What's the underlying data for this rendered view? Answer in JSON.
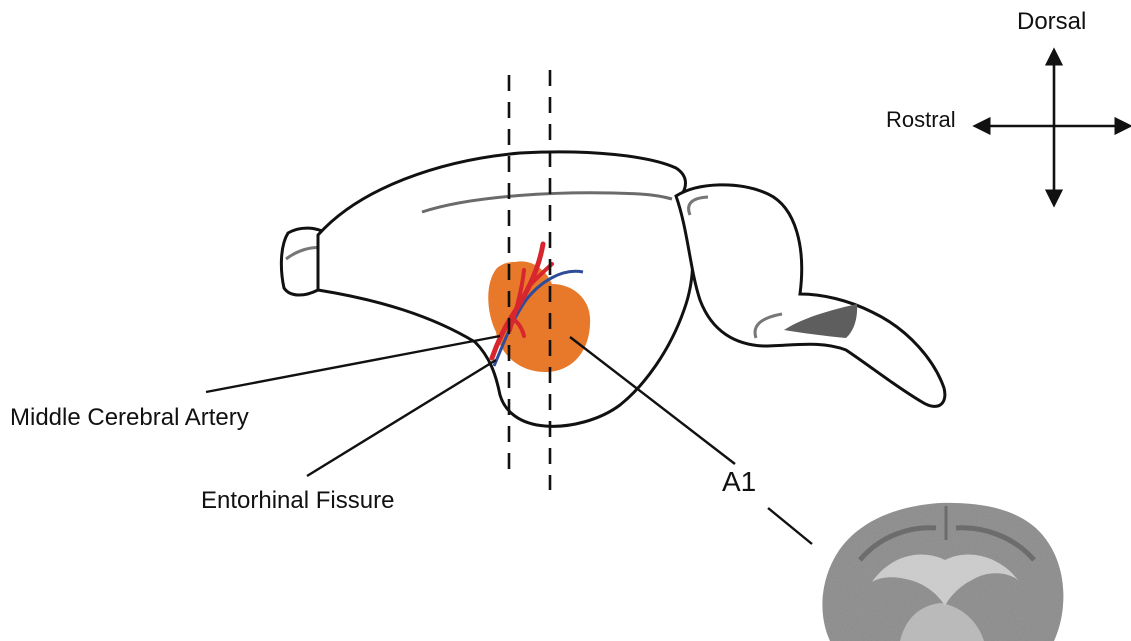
{
  "labels": {
    "dorsal": "Dorsal",
    "rostral": "Rostral",
    "middle_cerebral_artery": "Middle Cerebral Artery",
    "entorhinal_fissure": "Entorhinal Fissure",
    "a1": "A1"
  },
  "colors": {
    "outline": "#111111",
    "auditory_cortex": "#E8782A",
    "artery": "#D8262E",
    "fissure": "#2E4C9A",
    "sulcus": "#6B6B6B",
    "ventricle": "#5E5E5E"
  },
  "icons": {
    "orientation": "compass-arrows-icon",
    "coronal_section": "brain-coronal-section-image"
  }
}
